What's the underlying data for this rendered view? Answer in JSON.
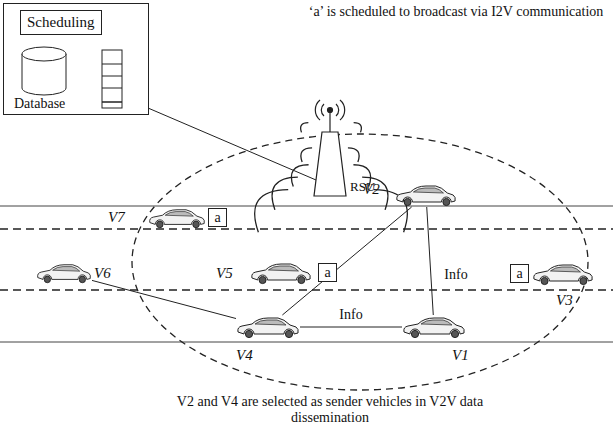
{
  "diagram": {
    "nodes": [
      {
        "text": [
          "Database"
        ]
      },
      {
        "text": [
          "Scheduling"
        ],
        "in": 0
      },
      {
        "text": [
          "V7"
        ]
      },
      {
        "text": [
          "a"
        ]
      },
      {
        "text": [
          "V2"
        ]
      },
      {
        "text": [
          "V6"
        ]
      },
      {
        "text": [
          "V5"
        ]
      },
      {
        "text": [
          "a"
        ]
      },
      {
        "text": [
          "a"
        ]
      },
      {
        "text": [
          "V3"
        ]
      },
      {
        "text": [
          "V4"
        ]
      },
      {
        "text": [
          "V1"
        ]
      }
    ],
    "edges": [
      {
        "from": 4,
        "to": 10,
        "arrow": "none"
      },
      {
        "from": 4,
        "to": 11,
        "label": "Info",
        "arrow": "none"
      },
      {
        "from": 10,
        "to": 11,
        "label": "Info",
        "arrow": "none"
      },
      {
        "from": 5,
        "to": 10,
        "arrow": "none"
      }
    ],
    "labels": [
      "‘a’ is scheduled to broadcast via I2V communication",
      "RSU",
      "V2 and V4 are selected as sender vehicles in V2V data dissemination"
    ]
  }
}
